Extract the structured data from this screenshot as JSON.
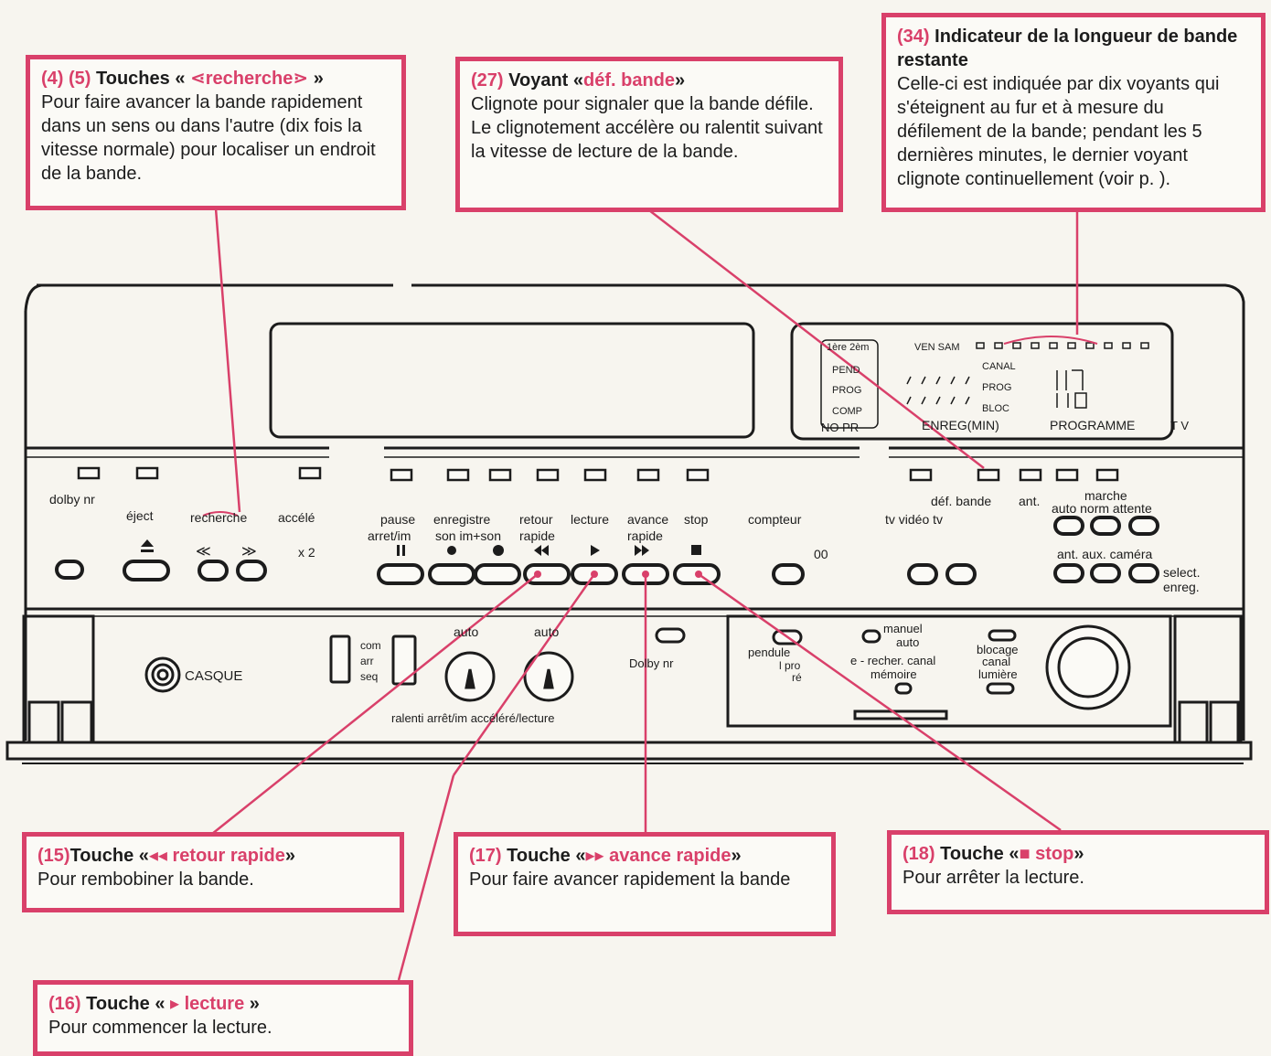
{
  "colors": {
    "accent": "#d9406a",
    "ink": "#1c1c1c",
    "paper": "#f7f5ef"
  },
  "callouts": {
    "c4_5": {
      "num": "(4) (5)",
      "title": "Touches « ",
      "name": "⋖recherche⋗",
      "close": " »",
      "body": "Pour faire avancer la bande rapidement dans un sens ou dans l'autre (dix fois la vitesse normale) pour localiser un endroit de la bande."
    },
    "c27": {
      "num": "(27)",
      "title": "Voyant «",
      "name": "déf. bande",
      "close": "»",
      "body": "Clignote pour signaler que la bande défile. Le clignotement accélère ou ralentit suivant la vitesse de lecture de la bande."
    },
    "c34": {
      "num": "(34)",
      "title": "Indicateur de la longueur de bande  restante",
      "body": "Celle-ci est indiquée par dix voyants qui s'éteignent au fur et à mesure du défilement de la bande; pendant  les 5 dernières minutes, le dernier voyant clignote continuellement (voir p.      )."
    },
    "c15": {
      "num": "(15)",
      "title": "Touche «",
      "name": "◂◂  retour rapide",
      "close": "»",
      "body": "Pour rembobiner la bande."
    },
    "c16": {
      "num": "(16)",
      "title": "Touche  «  ",
      "name": "▸ lecture",
      "close": " »",
      "body": "Pour commencer la lecture."
    },
    "c17": {
      "num": "(17)",
      "title": "Touche  «",
      "name": "▸▸   avance rapide",
      "close": "»",
      "body": "Pour faire avancer rapidement la bande"
    },
    "c18": {
      "num": "(18)",
      "title": "Touche «",
      "name": "■ stop",
      "close": "»",
      "body": "Pour arrêter la lecture."
    }
  },
  "device": {
    "left_labels": {
      "dolby": "dolby  nr",
      "eject": "éject",
      "recherche": "recherche",
      "accele": "accélé",
      "x2": "x 2"
    },
    "transport": {
      "pause": "pause",
      "arret": "arret/im",
      "enregistre": "enregistre",
      "son_im": "son im+son",
      "retour": "retour",
      "rapide1": "rapide",
      "lecture": "lecture",
      "avance": "avance",
      "rapide2": "rapide",
      "stop": "stop"
    },
    "compteur": "compteur",
    "compteur_val": "00",
    "right_labels": {
      "tv_video": "tv  vidéo   tv",
      "def_bande": "déf. bande",
      "ant": "ant.",
      "marche": "marche",
      "auto_norm_attente": "auto norm attente",
      "ant_aux_camera": "ant.  aux. caméra",
      "select": "select.",
      "enreg": "enreg."
    },
    "display": {
      "row1a": "1ère  2èm",
      "row1b": "VEN  SAM",
      "pend": "PEND",
      "prog": "PROG",
      "comp": "COMP",
      "canal": "CANAL",
      "prog2": "PROG",
      "bloc": "BLOC",
      "no_pr": "NO PR",
      "enreg_min": "ENREG(MIN)",
      "programme": "PROGRAMME",
      "tv": "T V"
    },
    "lower": {
      "casque": "CASQUE",
      "com": "com",
      "arr": "arr",
      "seq": "seq",
      "auto1": "auto",
      "auto2": "auto",
      "ralenti": "ralenti  arrêt/im  accéléré/lecture",
      "dolby_nr": "Dolby   nr",
      "pendule": "pendule",
      "pro": "l pro",
      "re": "ré",
      "manuel": "manuel",
      "auto3": "auto",
      "recher_canal": "e  -  recher. canal",
      "memoire": "mémoire",
      "blocage": "blocage",
      "canal": "canal",
      "lumiere": "lumière"
    }
  }
}
